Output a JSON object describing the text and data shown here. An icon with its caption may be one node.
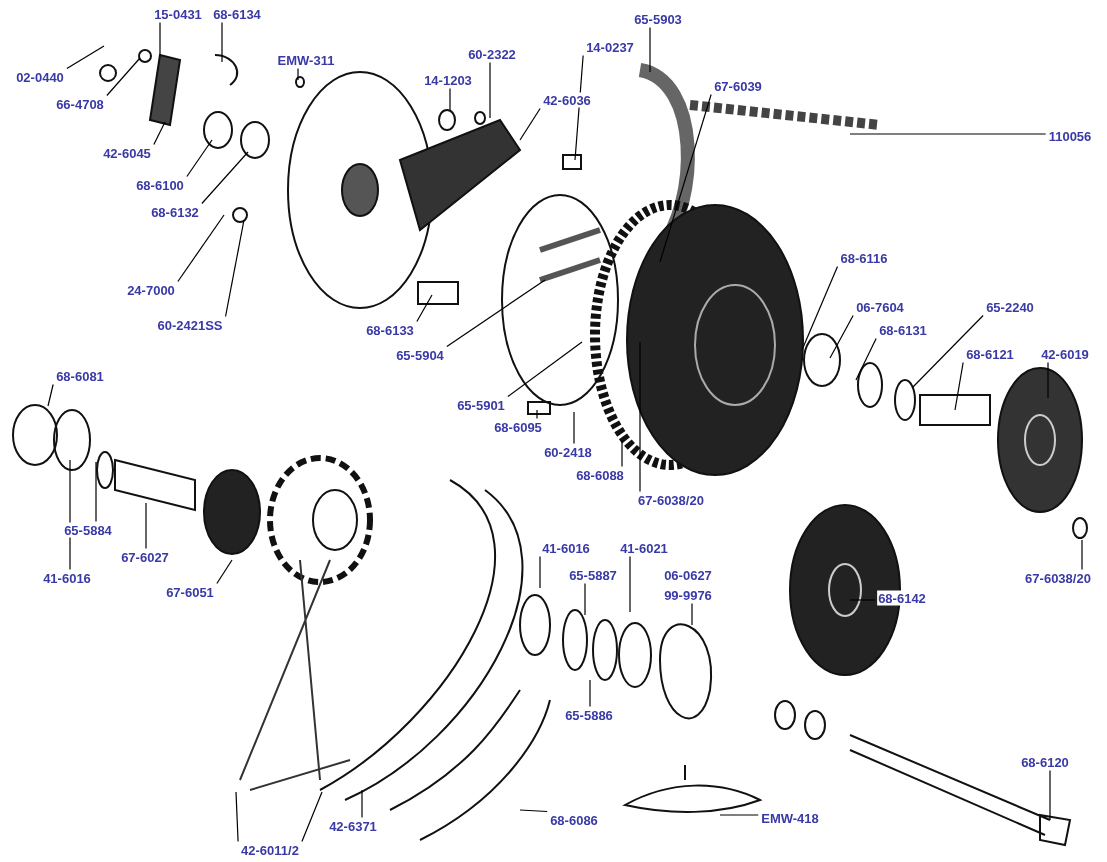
{
  "diagram": {
    "nodes": [
      {
        "text": [
          "02-0440"
        ]
      },
      {
        "text": [
          "15-0431"
        ]
      },
      {
        "text": [
          "68-6134"
        ]
      },
      {
        "text": [
          "66-4708"
        ]
      },
      {
        "text": [
          "EMW-311"
        ]
      },
      {
        "text": [
          "42-6045"
        ]
      },
      {
        "text": [
          "68-6100"
        ]
      },
      {
        "text": [
          "68-6132"
        ]
      },
      {
        "text": [
          "24-7000"
        ]
      },
      {
        "text": [
          "60-2421SS"
        ]
      },
      {
        "text": [
          "14-1203"
        ]
      },
      {
        "text": [
          "60-2322"
        ]
      },
      {
        "text": [
          "42-6036"
        ]
      },
      {
        "text": [
          "14-0237"
        ]
      },
      {
        "text": [
          "65-5903"
        ]
      },
      {
        "text": [
          "67-6039"
        ]
      },
      {
        "text": [
          "110056"
        ]
      },
      {
        "text": [
          "68-6133"
        ]
      },
      {
        "text": [
          "65-5904"
        ]
      },
      {
        "text": [
          "68-6116"
        ]
      },
      {
        "text": [
          "06-7604"
        ]
      },
      {
        "text": [
          "65-2240"
        ]
      },
      {
        "text": [
          "68-6131"
        ]
      },
      {
        "text": [
          "68-6121"
        ]
      },
      {
        "text": [
          "42-6019"
        ]
      },
      {
        "text": [
          "68-6081"
        ]
      },
      {
        "text": [
          "65-5901"
        ]
      },
      {
        "text": [
          "68-6095"
        ]
      },
      {
        "text": [
          "60-2418"
        ]
      },
      {
        "text": [
          "68-6088"
        ]
      },
      {
        "text": [
          "67-6038/20"
        ]
      },
      {
        "text": [
          "65-5884"
        ]
      },
      {
        "text": [
          "67-6027"
        ]
      },
      {
        "text": [
          "41-6016"
        ]
      },
      {
        "text": [
          "67-6051"
        ]
      },
      {
        "text": [
          "41-6016"
        ]
      },
      {
        "text": [
          "65-5887"
        ]
      },
      {
        "text": [
          "41-6021"
        ]
      },
      {
        "text": [
          "06-0627"
        ]
      },
      {
        "text": [
          "99-9976"
        ]
      },
      {
        "text": [
          "68-6142"
        ]
      },
      {
        "text": [
          "67-6038/20"
        ]
      },
      {
        "text": [
          "65-5886"
        ]
      },
      {
        "text": [
          "68-6120"
        ]
      },
      {
        "text": [
          "42-6011/2"
        ]
      },
      {
        "text": [
          "42-6371"
        ]
      },
      {
        "text": [
          "68-6086"
        ]
      },
      {
        "text": [
          "EMW-418"
        ]
      }
    ],
    "edges": [
      {
        "from": 0,
        "to": null,
        "arrow": "none"
      },
      {
        "from": 1,
        "to": null,
        "arrow": "none"
      },
      {
        "from": 2,
        "to": null,
        "arrow": "none"
      },
      {
        "from": 3,
        "to": null,
        "arrow": "none"
      },
      {
        "from": 4,
        "to": null,
        "arrow": "none"
      },
      {
        "from": 5,
        "to": null,
        "arrow": "none"
      },
      {
        "from": 6,
        "to": null,
        "arrow": "none"
      },
      {
        "from": 7,
        "to": null,
        "arrow": "none"
      },
      {
        "from": 8,
        "to": null,
        "arrow": "none"
      },
      {
        "from": 9,
        "to": null,
        "arrow": "none"
      },
      {
        "from": 10,
        "to": null,
        "arrow": "none"
      },
      {
        "from": 11,
        "to": null,
        "arrow": "none"
      },
      {
        "from": 12,
        "to": null,
        "arrow": "none"
      },
      {
        "from": 13,
        "to": null,
        "arrow": "none"
      },
      {
        "from": 14,
        "to": null,
        "arrow": "none"
      },
      {
        "from": 15,
        "to": null,
        "arrow": "none"
      },
      {
        "from": 16,
        "to": null,
        "arrow": "none"
      },
      {
        "from": 17,
        "to": null,
        "arrow": "none"
      },
      {
        "from": 18,
        "to": null,
        "arrow": "none"
      },
      {
        "from": 19,
        "to": null,
        "arrow": "none"
      },
      {
        "from": 20,
        "to": null,
        "arrow": "none"
      },
      {
        "from": 21,
        "to": null,
        "arrow": "none"
      },
      {
        "from": 22,
        "to": null,
        "arrow": "none"
      },
      {
        "from": 23,
        "to": null,
        "arrow": "none"
      },
      {
        "from": 24,
        "to": null,
        "arrow": "none"
      },
      {
        "from": 25,
        "to": null,
        "arrow": "none"
      },
      {
        "from": 26,
        "to": null,
        "arrow": "none"
      },
      {
        "from": 27,
        "to": null,
        "arrow": "none"
      },
      {
        "from": 28,
        "to": null,
        "arrow": "none"
      },
      {
        "from": 29,
        "to": null,
        "arrow": "none"
      },
      {
        "from": 30,
        "to": null,
        "arrow": "none"
      },
      {
        "from": 31,
        "to": null,
        "arrow": "none"
      },
      {
        "from": 32,
        "to": null,
        "arrow": "none"
      },
      {
        "from": 33,
        "to": null,
        "arrow": "none"
      },
      {
        "from": 34,
        "to": null,
        "arrow": "none"
      },
      {
        "from": 35,
        "to": null,
        "arrow": "none"
      },
      {
        "from": 36,
        "to": null,
        "arrow": "none"
      },
      {
        "from": 37,
        "to": null,
        "arrow": "none"
      },
      {
        "from": 39,
        "to": null,
        "arrow": "none"
      },
      {
        "from": 40,
        "to": null,
        "arrow": "none"
      },
      {
        "from": 41,
        "to": null,
        "arrow": "none"
      },
      {
        "from": 42,
        "to": null,
        "arrow": "none"
      },
      {
        "from": 43,
        "to": null,
        "arrow": "none"
      },
      {
        "from": 44,
        "to": null,
        "arrow": "none"
      },
      {
        "from": 44,
        "to": null,
        "arrow": "none"
      },
      {
        "from": 45,
        "to": null,
        "arrow": "none"
      },
      {
        "from": 46,
        "to": null,
        "arrow": "none"
      },
      {
        "from": 47,
        "to": null,
        "arrow": "none"
      }
    ]
  }
}
